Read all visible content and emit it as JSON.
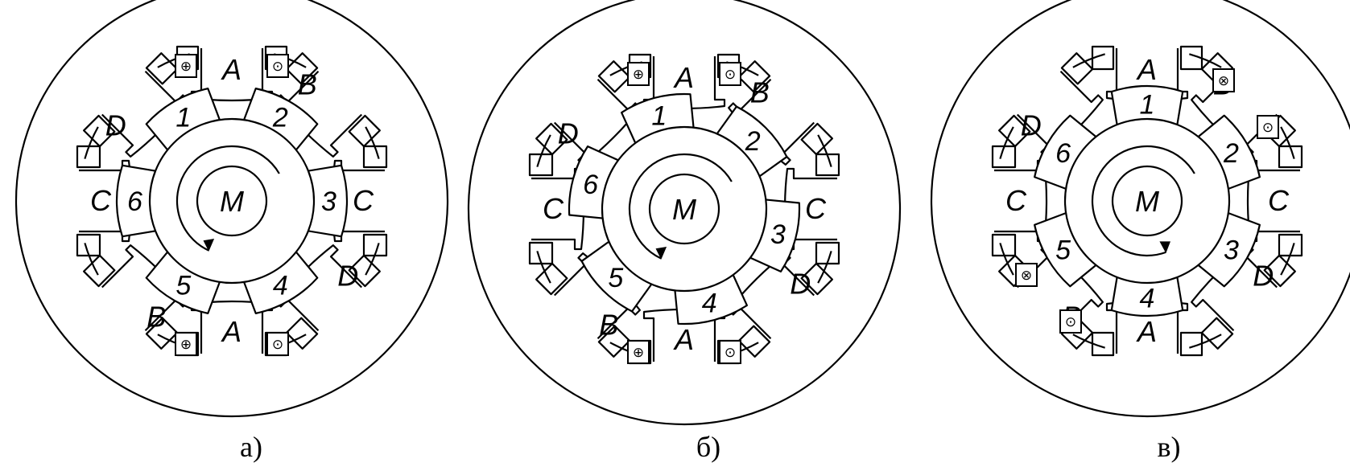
{
  "diagrams": [
    {
      "caption": "а)",
      "rotor_label": "M",
      "stator_labels": [
        "A",
        "B",
        "C",
        "D",
        "A",
        "B",
        "C",
        "D"
      ],
      "tooth_numbers": [
        "1",
        "2",
        "3",
        "4",
        "5",
        "6"
      ],
      "rotation": "clockwise",
      "rotor_offset_deg": 0,
      "coil_marks": [
        "⊕",
        "⊙",
        "⊕",
        "⊙"
      ],
      "coil_phase": "A"
    },
    {
      "caption": "б)",
      "rotor_label": "M",
      "stator_labels": [
        "A",
        "B",
        "C",
        "D",
        "A",
        "B",
        "C",
        "D"
      ],
      "tooth_numbers": [
        "1",
        "2",
        "3",
        "4",
        "5",
        "6"
      ],
      "rotation": "clockwise",
      "rotor_offset_deg": 15,
      "coil_marks": [
        "⊕",
        "⊙",
        "⊕",
        "⊙"
      ],
      "coil_phase": "A"
    },
    {
      "caption": "в)",
      "rotor_label": "M",
      "stator_labels": [
        "A",
        "B",
        "C",
        "D",
        "A",
        "B",
        "C",
        "D"
      ],
      "tooth_numbers": [
        "1",
        "2",
        "3",
        "4",
        "5",
        "6"
      ],
      "rotation": "counterclockwise",
      "rotor_offset_deg": 30,
      "coil_marks": [
        "⊗",
        "⊙",
        "⊗",
        "⊙"
      ],
      "coil_phase": "B"
    }
  ]
}
